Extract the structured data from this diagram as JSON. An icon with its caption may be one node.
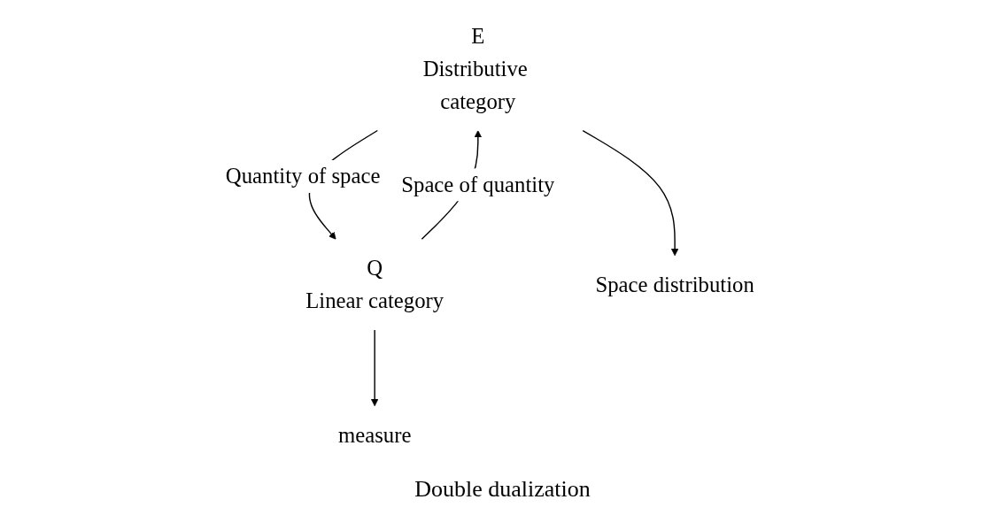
{
  "diagram": {
    "caption": "Double dualization",
    "nodes": [
      {
        "text": [
          "E",
          "Distributive category"
        ]
      },
      {
        "text": [
          "Q",
          "Linear category"
        ]
      },
      {
        "text": [
          "Space distribution"
        ]
      },
      {
        "text": [
          "measure"
        ]
      }
    ],
    "edges": [
      {
        "from": 0,
        "to": 1,
        "arrow": "to",
        "label": "Quantity of space"
      },
      {
        "from": 1,
        "to": 0,
        "arrow": "to",
        "label": "Space of quantity"
      },
      {
        "from": 0,
        "to": 2,
        "arrow": "to"
      },
      {
        "from": 1,
        "to": 3,
        "arrow": "to"
      }
    ]
  }
}
